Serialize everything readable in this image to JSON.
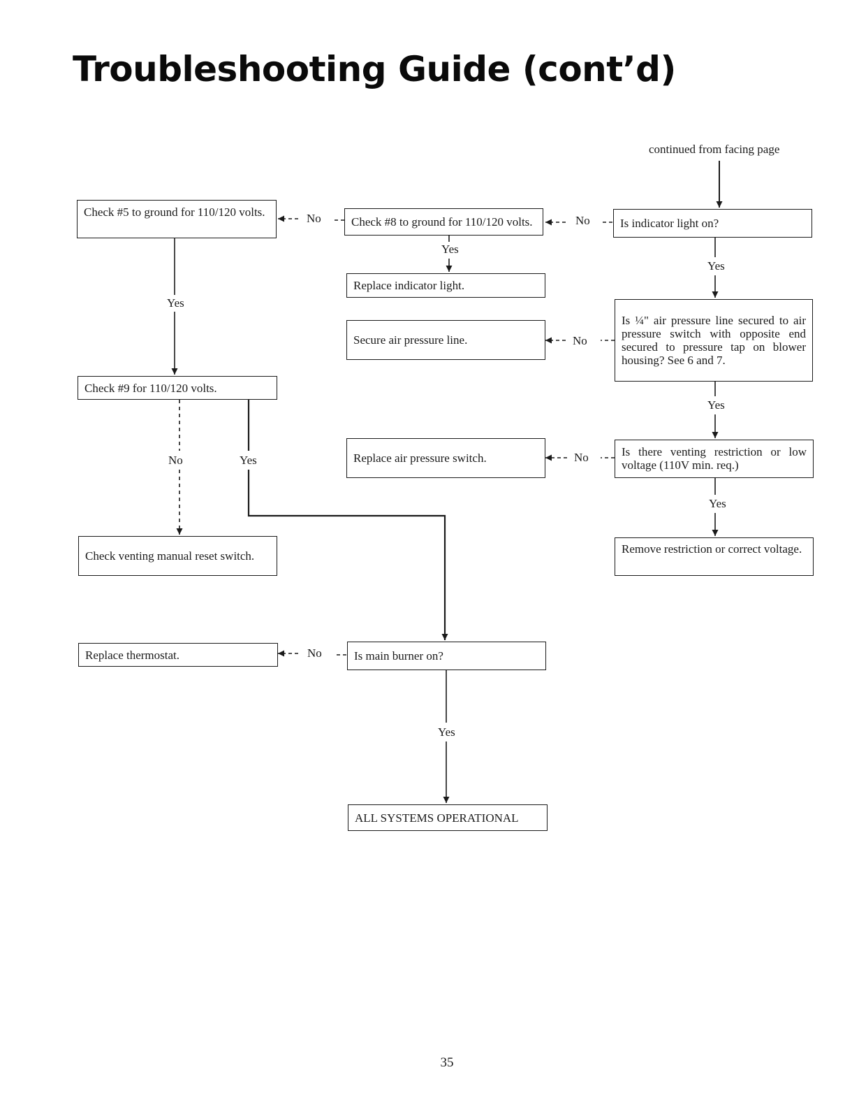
{
  "title": "Troubleshooting Guide (cont’d)",
  "continued_note": "continued from facing page",
  "boxes": {
    "indicator_light": "Is indicator light on?",
    "check8": "Check #8 to ground for 110/120 volts.",
    "check5": "Check #5 to ground for 110/120 volts.",
    "replace_indicator": "Replace indicator light.",
    "air_line_question": "Is ¼\" air pressure line secured to air pressure switch with opposite end secured to pressure tap on blower housing? See 6 and 7.",
    "secure_air_line": "Secure air pressure line.",
    "check9": "Check #9 for 110/120 volts.",
    "venting_question": "Is there venting restriction or low voltage (110V min. req.)",
    "replace_air_switch": "Replace air pressure switch.",
    "remove_restriction": "Remove restriction or correct voltage.",
    "check_venting_reset": "Check venting manual reset switch.",
    "main_burner": "Is main burner on?",
    "replace_thermostat": "Replace thermostat.",
    "all_operational": "ALL SYSTEMS OPERATIONAL"
  },
  "labels": {
    "yes": "Yes",
    "no": "No"
  },
  "page_number": "35"
}
